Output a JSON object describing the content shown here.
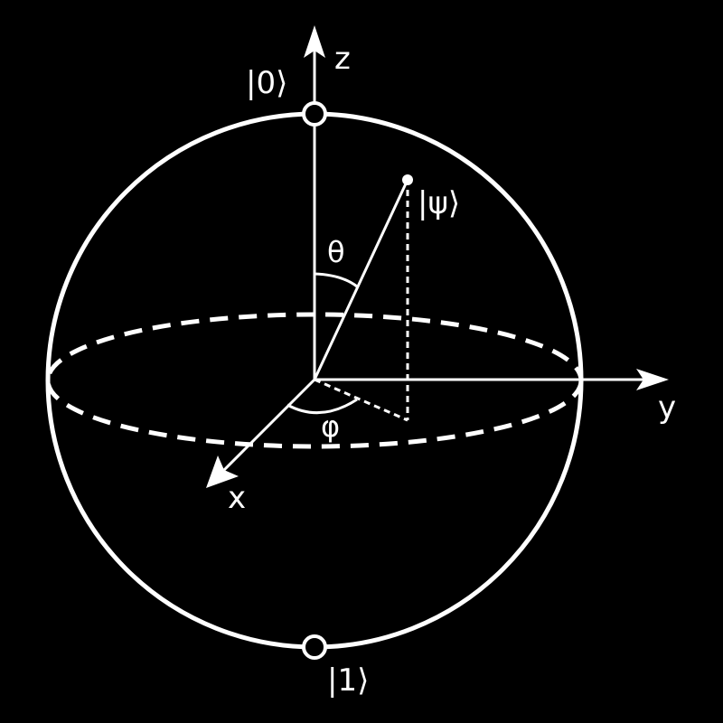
{
  "colors": {
    "background": "#000000",
    "foreground": "#ffffff"
  },
  "labels": {
    "state_zero": "|0⟩",
    "state_one": "|1⟩",
    "state_psi": "|ψ⟩",
    "axis_z": "z",
    "axis_y": "y",
    "axis_x": "x",
    "theta": "θ",
    "phi": "φ"
  }
}
